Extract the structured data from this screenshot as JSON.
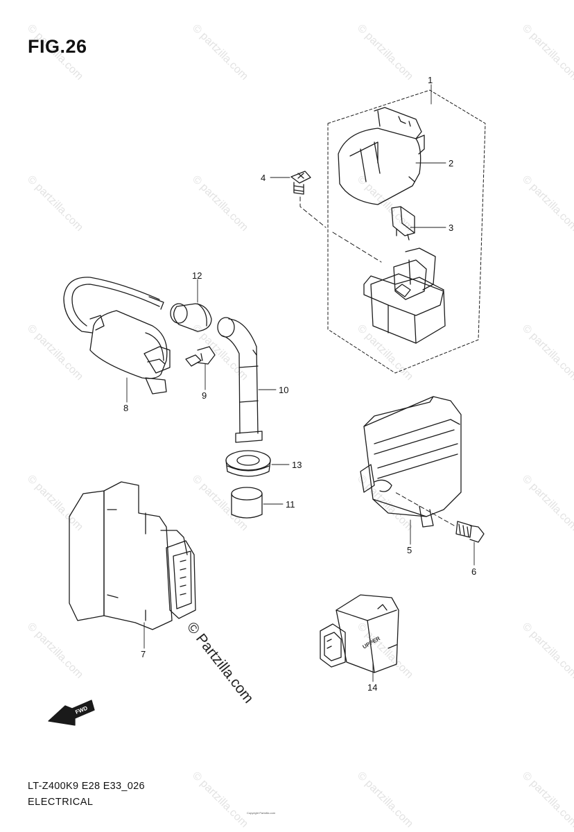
{
  "figure_label": "FIG.26",
  "model_code": "LT-Z400K9 E28 E33_026",
  "section_title": "ELECTRICAL",
  "watermark": "© Partzilla.com",
  "watermark_small": "© partzilla.com",
  "copyright_note": "Copyright Partzilla.com",
  "fwd_label": "FWD",
  "upper_label": "UPPER",
  "callouts": [
    {
      "id": "1",
      "label": "1"
    },
    {
      "id": "2",
      "label": "2"
    },
    {
      "id": "3",
      "label": "3"
    },
    {
      "id": "4",
      "label": "4"
    },
    {
      "id": "5",
      "label": "5"
    },
    {
      "id": "6",
      "label": "6"
    },
    {
      "id": "7",
      "label": "7"
    },
    {
      "id": "8",
      "label": "8"
    },
    {
      "id": "9",
      "label": "9"
    },
    {
      "id": "10",
      "label": "10"
    },
    {
      "id": "11",
      "label": "11"
    },
    {
      "id": "12",
      "label": "12"
    },
    {
      "id": "13",
      "label": "13"
    },
    {
      "id": "14",
      "label": "14"
    }
  ],
  "colors": {
    "line": "#1a1a1a",
    "watermark": "#e3e3e3",
    "background": "#ffffff"
  }
}
